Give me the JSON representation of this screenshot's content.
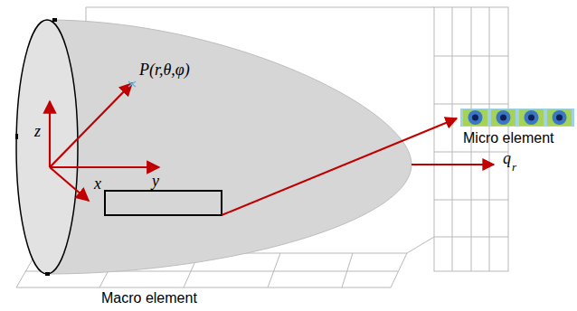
{
  "diagram": {
    "labels": [
      "z",
      "y",
      "x",
      "P(r,θ,φ)",
      "q",
      "r",
      "Micro element",
      "Macro element"
    ]
  }
}
